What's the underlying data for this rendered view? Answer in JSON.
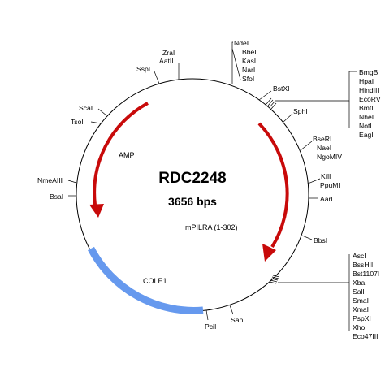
{
  "plasmid": {
    "name": "RDC2248",
    "size_label": "3656 bps"
  },
  "features": [
    {
      "label": "AMP",
      "color": "#c80a0a",
      "kind": "arrow"
    },
    {
      "label": "COLE1",
      "color": "#6699ee",
      "kind": "bar"
    },
    {
      "label": "mPILRA (1-302)",
      "color": "#c80a0a",
      "kind": "arrow"
    }
  ],
  "sites": {
    "top": {
      "labels": [
        "NdeI",
        "BbeI",
        "KasI",
        "NarI",
        "SfoI"
      ]
    },
    "zral": {
      "labels": [
        "ZraI",
        "AatII"
      ]
    },
    "sspi": "SspI",
    "scai": "ScaI",
    "tsoi": "TsoI",
    "nmeaiii": "NmeAIII",
    "bsai": "BsaI",
    "bstxi": "BstXI",
    "right_upper_cluster": {
      "labels": [
        "BmgBI",
        "HpaI",
        "HindIII",
        "EcoRV",
        "BmtI",
        "NheI",
        "NotI",
        "EagI"
      ]
    },
    "sphi": "SphI",
    "bseri": {
      "labels": [
        "BseRI",
        "NaeI",
        "NgoMIV"
      ]
    },
    "kfli": {
      "labels": [
        "KflI",
        "PpuMI"
      ]
    },
    "aari": "AarI",
    "bbsi": "BbsI",
    "right_lower_cluster": {
      "labels": [
        "AscI",
        "BssHII",
        "Bst1107I",
        "XbaI",
        "SalI",
        "SmaI",
        "XmaI",
        "PspXI",
        "XhoI",
        "Eco47III"
      ]
    },
    "sapi": "SapI",
    "pcii": "PciI"
  }
}
